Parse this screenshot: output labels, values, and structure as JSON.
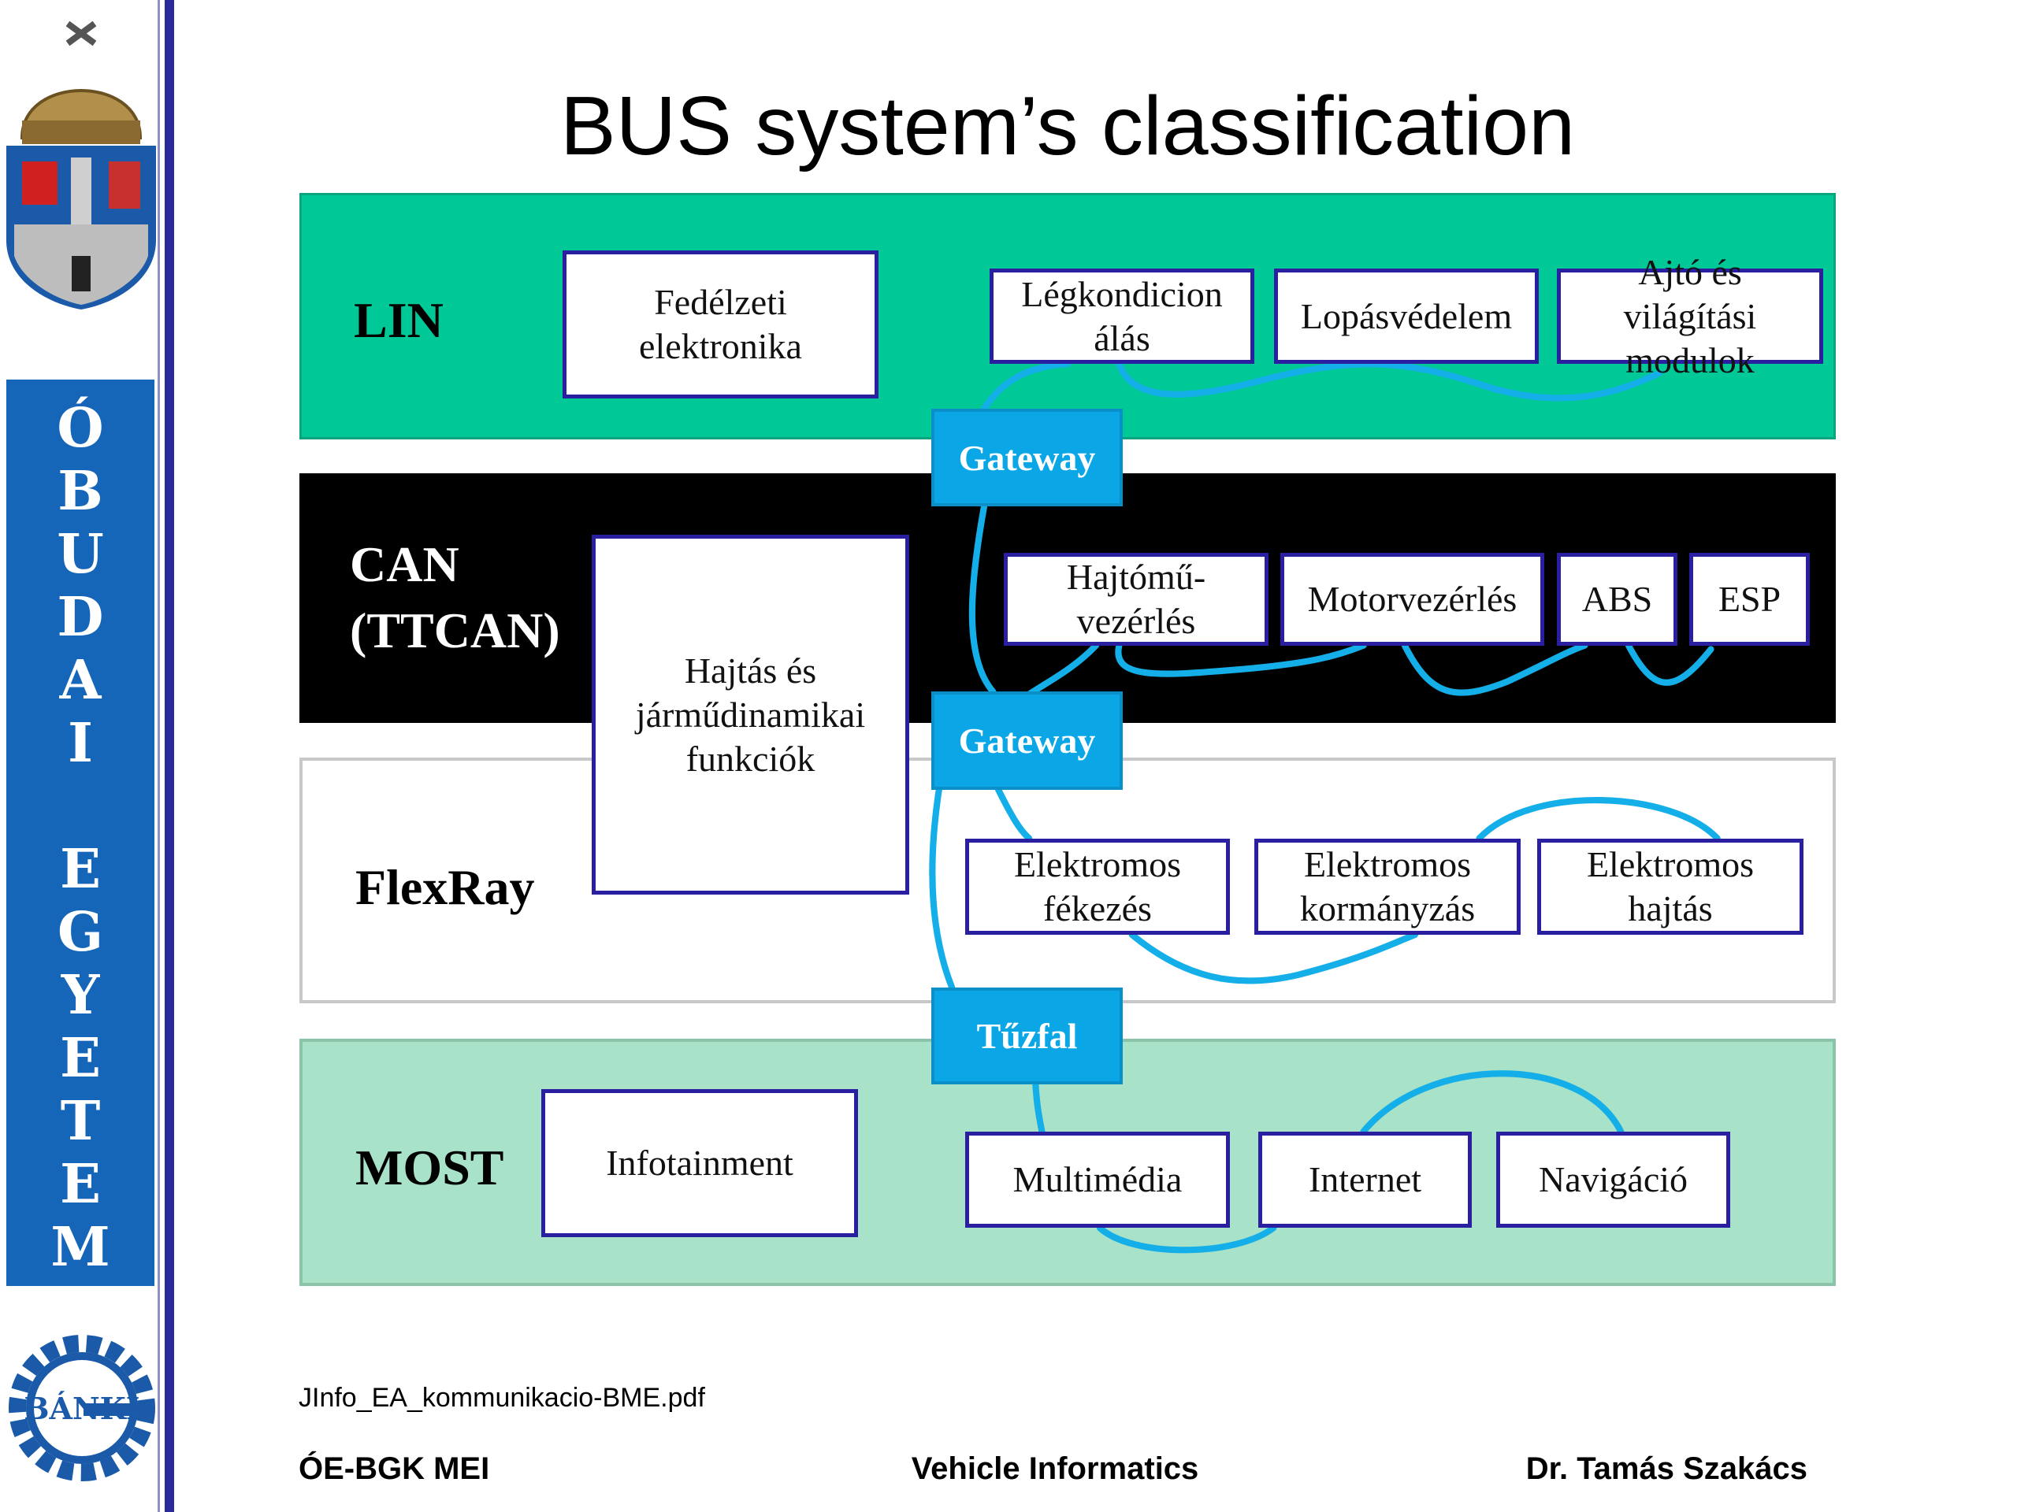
{
  "sidebar": {
    "logo_top": "Óbuda University crest",
    "banner_letters": [
      "Ó",
      "B",
      "U",
      "D",
      "A",
      "I",
      " ",
      "E",
      "G",
      "Y",
      "E",
      "T",
      "E",
      "M"
    ],
    "logo_bottom_text": "BÁNKI"
  },
  "slide": {
    "title": "BUS system’s classification",
    "bands": {
      "lin": {
        "label": "LIN",
        "color": "#00c896"
      },
      "can": {
        "label1": "CAN",
        "label2": "(TTCAN)",
        "color": "#000000"
      },
      "flexray": {
        "label": "FlexRay",
        "color": "#ffffff"
      },
      "most": {
        "label": "MOST",
        "color": "#a8e2c8"
      }
    },
    "boxes": {
      "fedelzeti": "Fedélzeti\nelektronika",
      "legkond": "Légkondicion\nálás",
      "lopas": "Lopásvédelem",
      "ajto": "Ajtó és\nvilágítási\nmodulok",
      "hajtas_fun": "Hajtás és\njárműdinamikai\nfunkciók",
      "hajtomu": "Hajtómű-\nvezérlés",
      "motor": "Motorvezérlés",
      "abs": "ABS",
      "esp": "ESP",
      "fekezes": "Elektromos\nfékezés",
      "kormanyzas": "Elektromos\nkormányzás",
      "hajtas": "Elektromos\nhajtás",
      "infotainment": "Infotainment",
      "multimedia": "Multimédia",
      "internet": "Internet",
      "navigacio": "Navigáció"
    },
    "gateways": {
      "gw1": "Gateway",
      "gw2": "Gateway",
      "firewall": "Tűzfal"
    },
    "accent_color": "#0aa6e6",
    "source": "JInfo_EA_kommunikacio-BME.pdf"
  },
  "footer": {
    "left": "ÓE-BGK MEI",
    "center": "Vehicle Informatics",
    "right": "Dr. Tamás Szakács"
  }
}
